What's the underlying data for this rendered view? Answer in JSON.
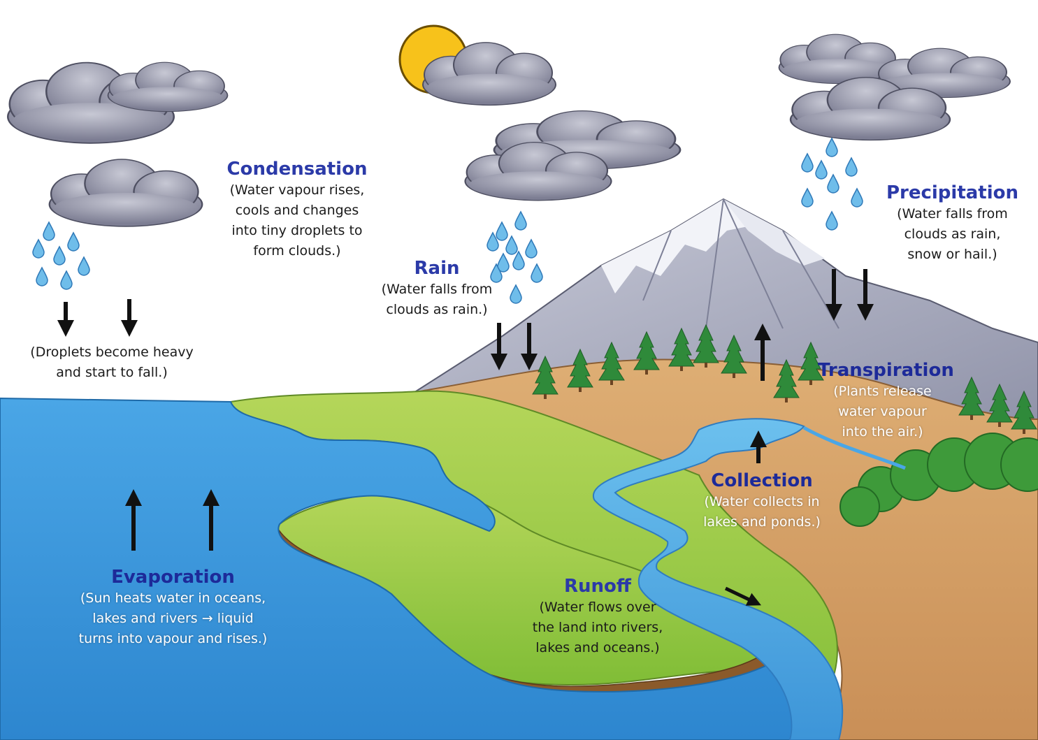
{
  "colors": {
    "title_blue": "#2b3aa8",
    "sky": "#ffffff",
    "ocean": "#3f9ee0",
    "grass": "#8fc63c",
    "soil": "#d7a36a",
    "mountain": "#b4b6c8",
    "snow": "#eef0f6",
    "cloud": "#8e8fa3",
    "sun": "#f7c21b",
    "drop": "#5ab0e6",
    "tree": "#2f8a3a"
  },
  "labels": {
    "condensation": {
      "title": "Condensation",
      "desc": "(Water vapour rises,\ncools and changes\ninto tiny droplets to\nform clouds.)"
    },
    "droplets": {
      "desc": "(Droplets become heavy\nand start to fall.)"
    },
    "rain": {
      "title": "Rain",
      "desc": "(Water falls from\nclouds as rain.)"
    },
    "precipitation": {
      "title": "Precipitation",
      "desc": "(Water falls from\nclouds as rain,\nsnow or hail.)"
    },
    "transpiration": {
      "title": "Transpiration",
      "desc": "(Plants release\nwater vapour\ninto the air.)"
    },
    "collection": {
      "title": "Collection",
      "desc": "(Water collects in\nlakes and ponds.)"
    },
    "evaporation": {
      "title": "Evaporation",
      "desc": "(Sun heats water in oceans,\nlakes and rivers → liquid\nturns into vapour and rises.)"
    },
    "runoff": {
      "title": "Runoff",
      "desc": "(Water flows over\nthe land into rivers,\nlakes and oceans.)"
    }
  },
  "icons": [
    "sun-icon",
    "cloud-icon",
    "raindrop-icon",
    "arrow-down-icon",
    "arrow-up-icon",
    "arrow-right-icon",
    "tree-icon",
    "mountain-icon"
  ]
}
